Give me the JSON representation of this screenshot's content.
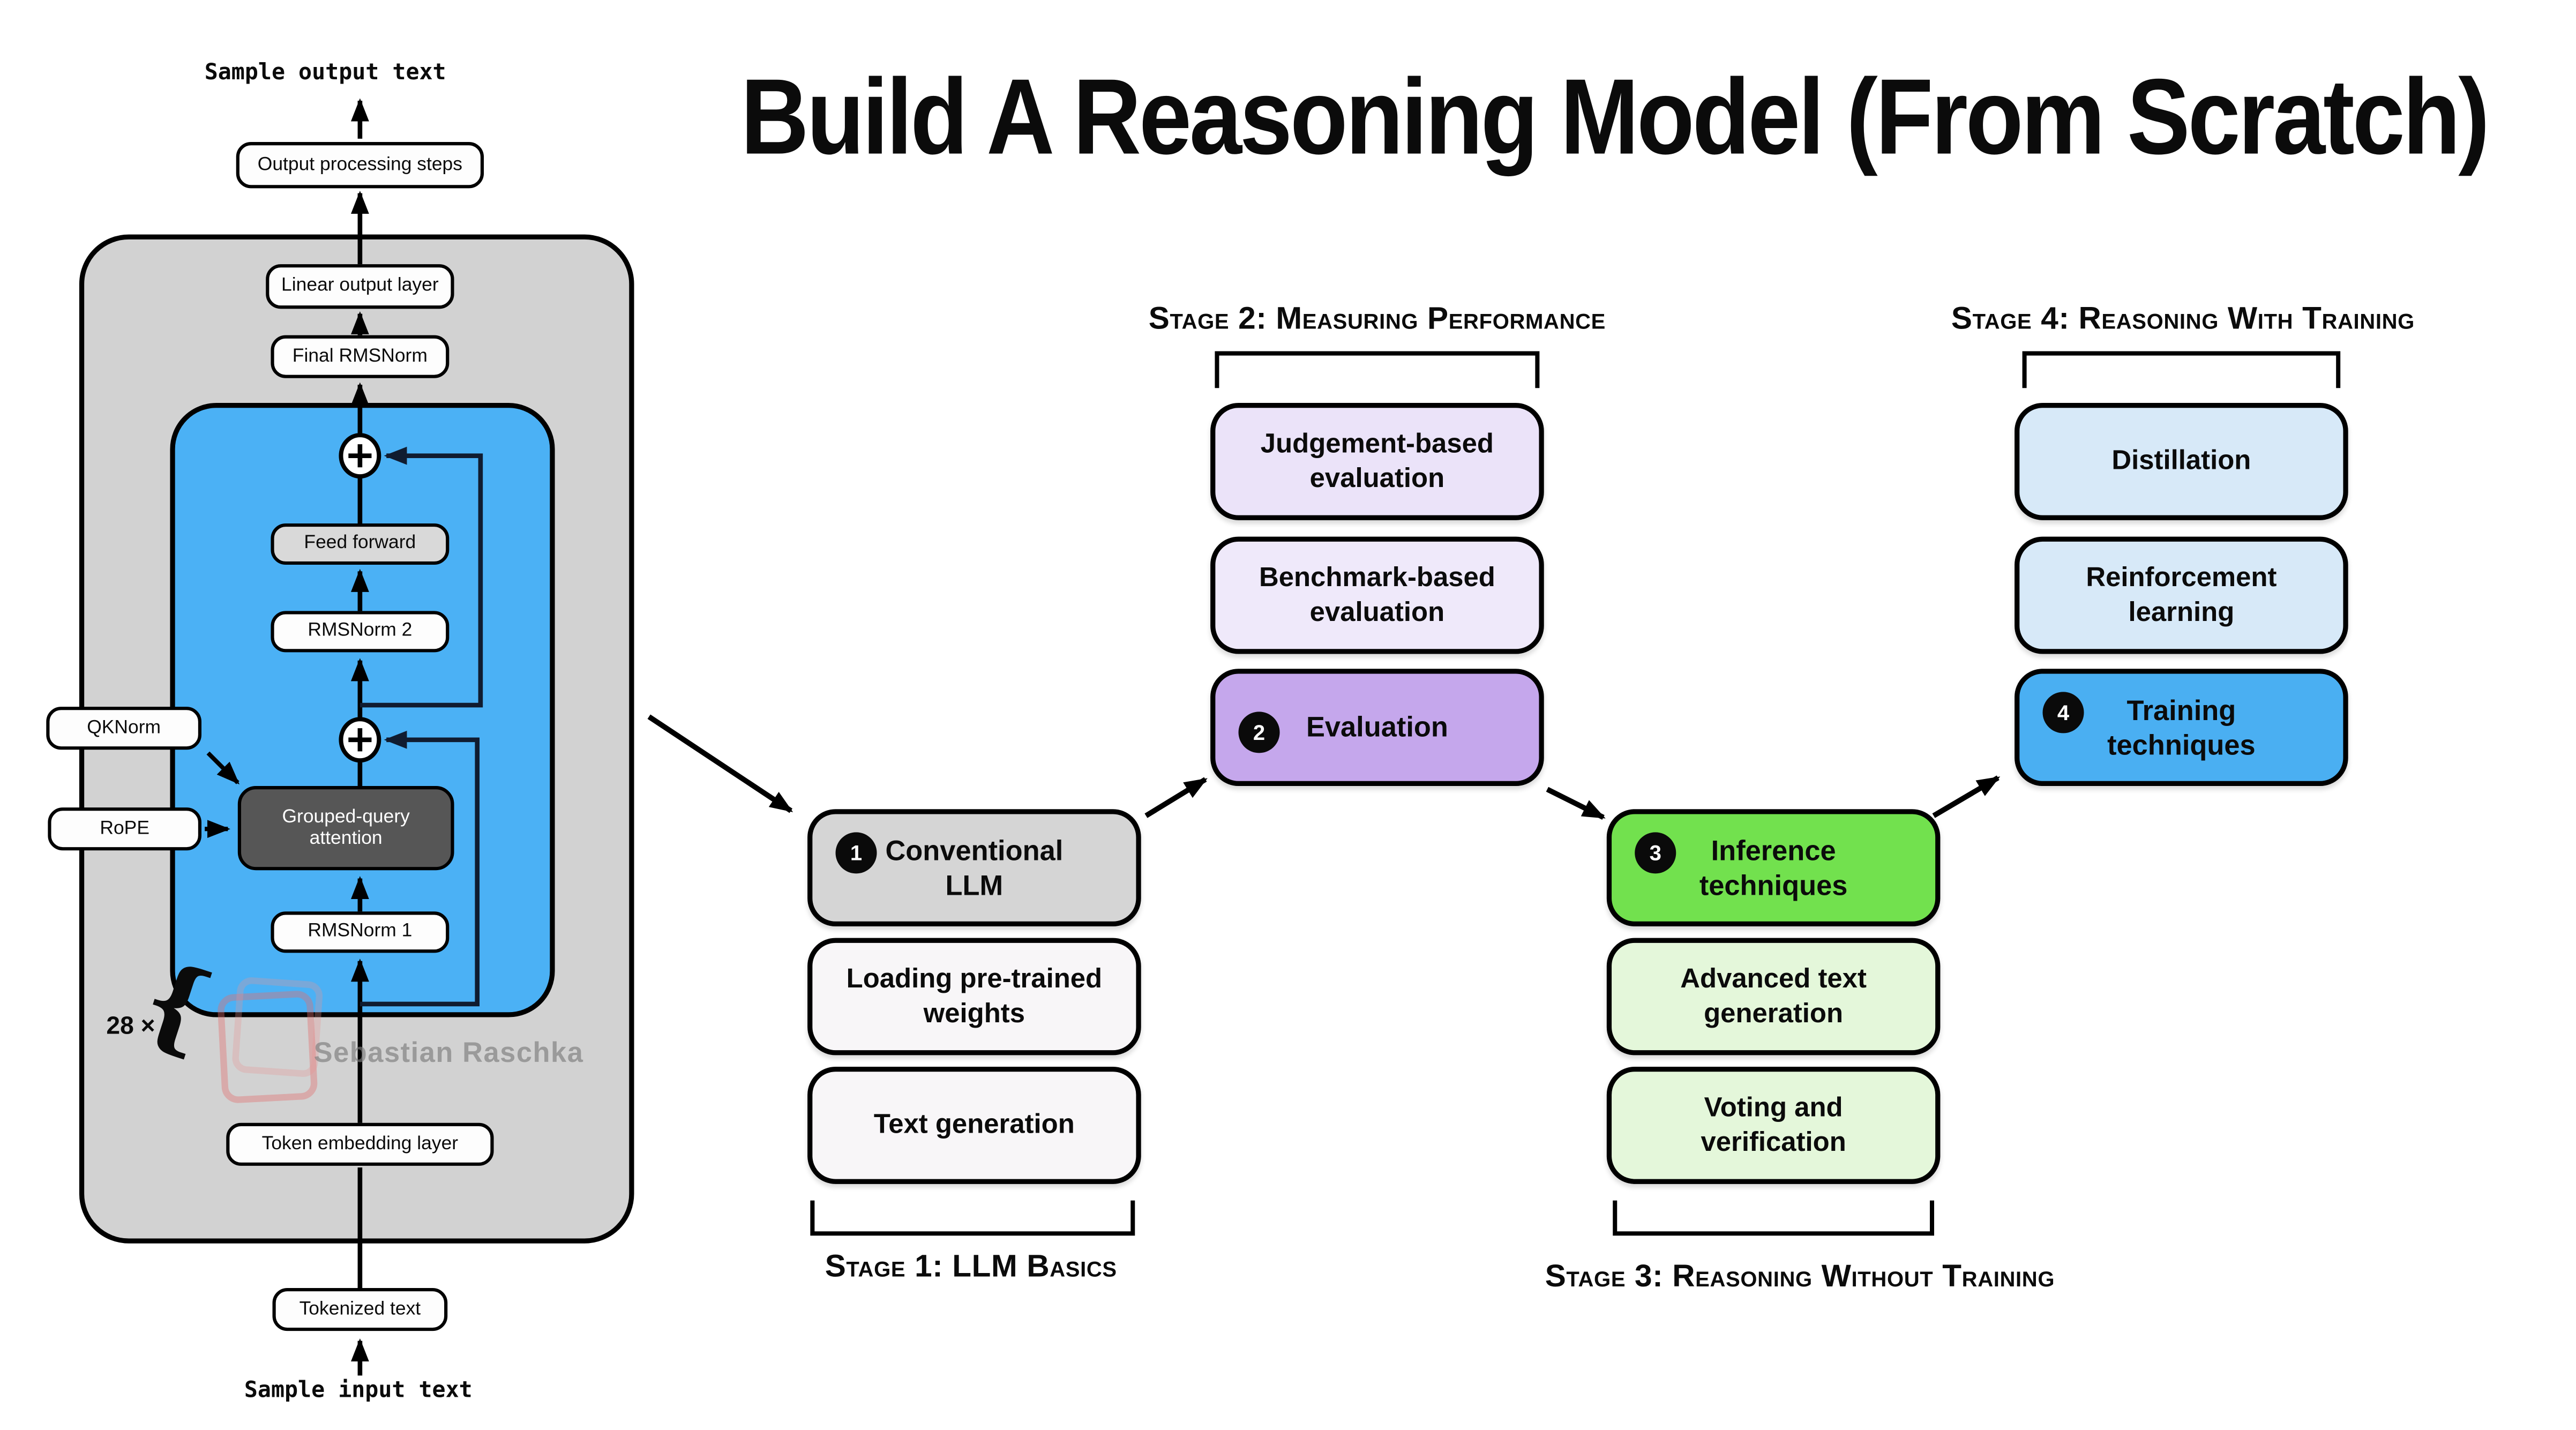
{
  "title": "Build A Reasoning Model (From Scratch)",
  "watermark": {
    "text": "Sebastian Raschka"
  },
  "architecture": {
    "sample_output": "Sample output text",
    "output_processing": "Output processing steps",
    "linear_output": "Linear output layer",
    "final_rmsnorm": "Final RMSNorm",
    "feed_forward": "Feed forward",
    "rmsnorm2": "RMSNorm 2",
    "qknorm": "QKNorm",
    "rope": "RoPE",
    "gqa": "Grouped-query\nattention",
    "rmsnorm1": "RMSNorm 1",
    "repeat_label": "28 ×",
    "repeat_brace": "{",
    "token_embedding": "Token embedding layer",
    "tokenized_text": "Tokenized text",
    "sample_input": "Sample input text"
  },
  "stages": [
    {
      "label": "Stage 1: LLM Basics",
      "boxes": [
        {
          "badge": "1",
          "text": "Conventional\nLLM"
        },
        {
          "text": "Loading pre-trained\nweights"
        },
        {
          "text": "Text generation"
        }
      ]
    },
    {
      "label": "Stage 2: Measuring Performance",
      "boxes": [
        {
          "text": "Judgement-based\nevaluation"
        },
        {
          "text": "Benchmark-based\nevaluation"
        },
        {
          "badge": "2",
          "text": "Evaluation"
        }
      ]
    },
    {
      "label": "Stage 3: Reasoning Without Training",
      "boxes": [
        {
          "badge": "3",
          "text": "Inference\ntechniques"
        },
        {
          "text": "Advanced text\ngeneration"
        },
        {
          "text": "Voting and\nverification"
        }
      ]
    },
    {
      "label": "Stage 4: Reasoning With Training",
      "boxes": [
        {
          "text": "Distillation"
        },
        {
          "text": "Reinforcement\nlearning"
        },
        {
          "badge": "4",
          "text": "Training\ntechniques"
        }
      ]
    }
  ],
  "colors": {
    "background": "#ffffff",
    "gray_container": "#d2d2d2",
    "transformer_block_blue": "#4bb1f5",
    "feed_forward_gray": "#d9d9d9",
    "attention_dark_gray": "#565656",
    "conventional_llm_gray": "#d5d5d5",
    "evaluation_purple": "#c5a7ec",
    "light_lavender": "#ebe3f9",
    "inference_green": "#72e14e",
    "light_green": "#e4f7da",
    "light_blue": "#d7e9f8",
    "training_blue": "#4aaff2",
    "badge_black": "#0a0a0a",
    "watermark_gray": "#7d7d7d",
    "watermark_logo_pink": "#e26e6e"
  }
}
